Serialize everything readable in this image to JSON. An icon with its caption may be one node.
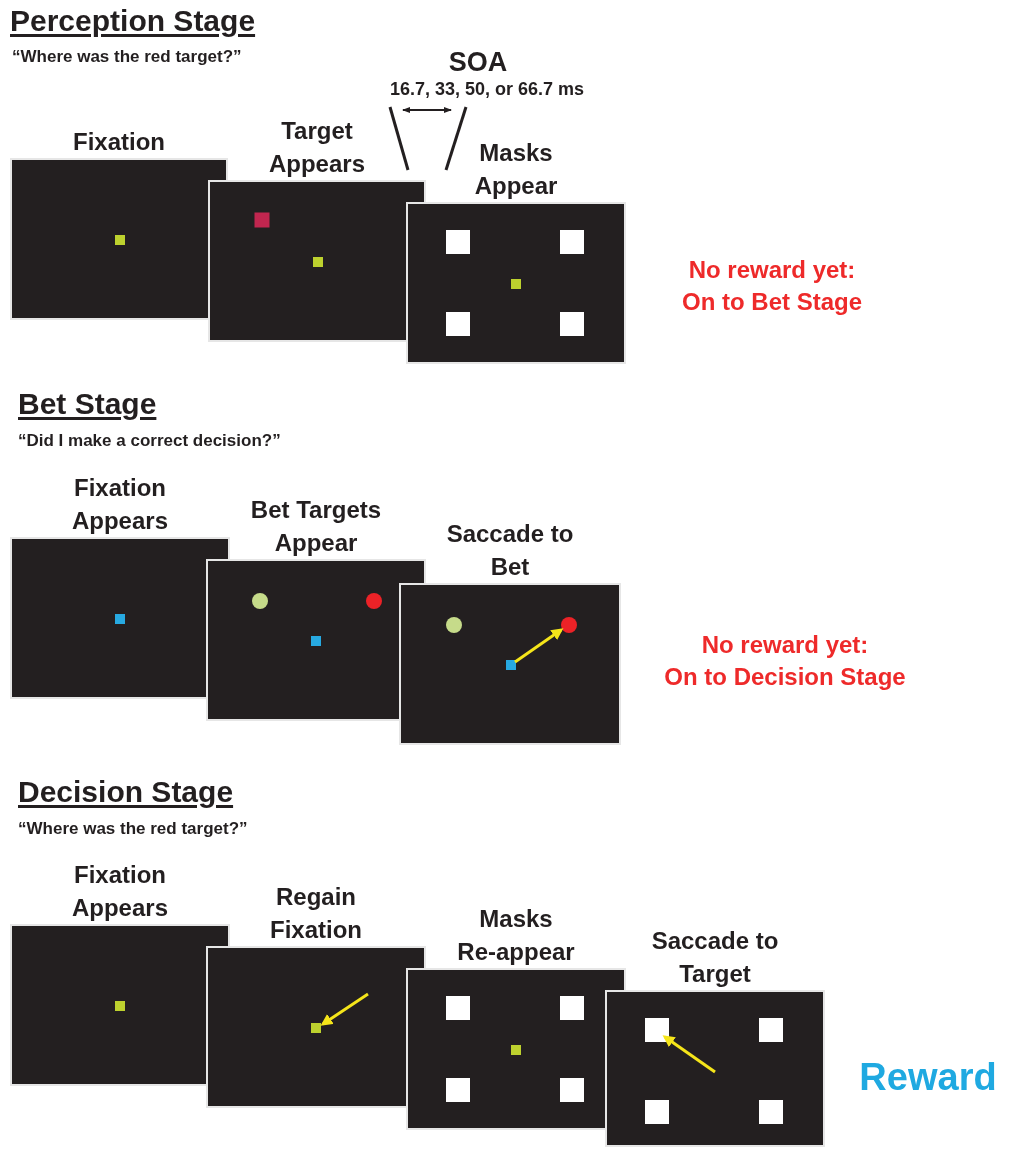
{
  "diagram": {
    "nodes": [
      {
        "text": [
          "Fixation"
        ]
      },
      {
        "text": [
          "Target Appears"
        ]
      },
      {
        "text": [
          "Masks Appear"
        ]
      },
      {
        "text": [
          "Fixation Appears"
        ]
      },
      {
        "text": [
          "Bet Targets Appear"
        ]
      },
      {
        "text": [
          "Saccade to Bet"
        ]
      },
      {
        "text": [
          "Fixation Appears"
        ]
      },
      {
        "text": [
          "Regain Fixation"
        ]
      },
      {
        "text": [
          "Masks Re-appear"
        ]
      },
      {
        "text": [
          "Saccade to Target"
        ]
      }
    ],
    "labels": [
      "Perception Stage",
      "“Where was the red target?”",
      "SOA",
      "16.7, 33, 50, or 66.7 ms",
      "No reward yet: On to Bet Stage",
      "Bet Stage",
      "“Did I make a correct decision?”",
      "No reward yet: On to Decision Stage",
      "Decision Stage",
      "“Where was the red target?”",
      "Reward"
    ]
  }
}
